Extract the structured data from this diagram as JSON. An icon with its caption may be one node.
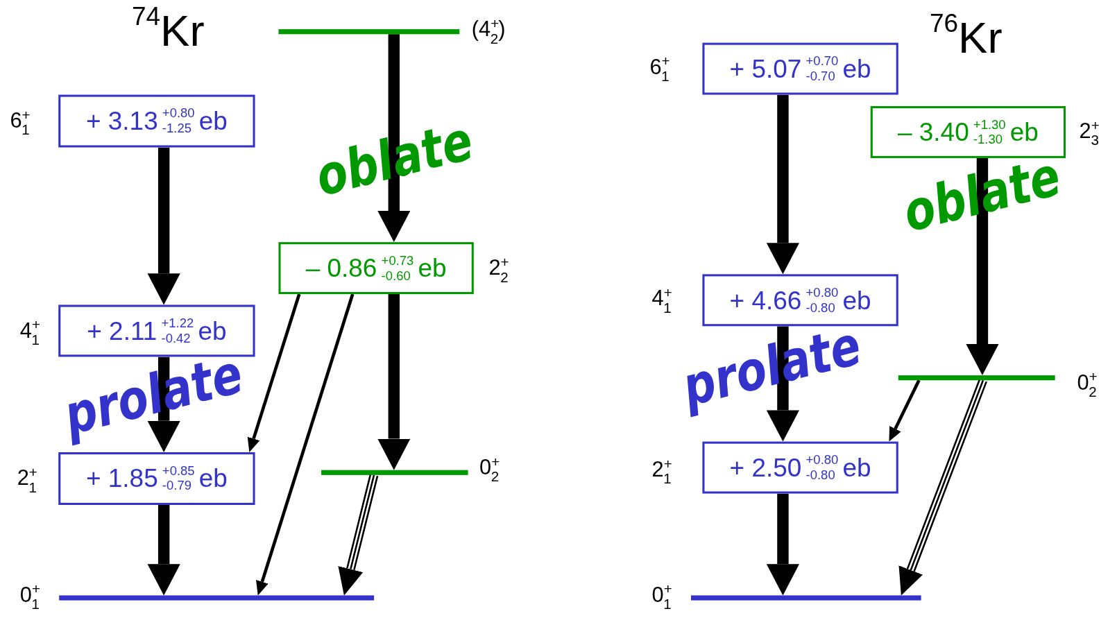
{
  "diagram": {
    "nodes": [
      {
        "text": [
          "+ 3.13",
          "+0.80",
          "-1.25",
          "eb"
        ],
        "beside": [
          "6$^{+}$$_{1}$"
        ]
      },
      {
        "text": [
          "+ 2.11",
          "+1.22",
          "-0.42",
          "eb"
        ],
        "beside": [
          "4$^{+}$$_{1}$"
        ]
      },
      {
        "text": [
          "+ 1.85",
          "+0.85",
          "-0.79",
          "eb"
        ],
        "beside": [
          "2$^{+}$$_{1}$"
        ]
      },
      {
        "text": [],
        "shape": "bar",
        "beside": [
          "0$^{+}$$_{1}$"
        ]
      },
      {
        "text": [],
        "shape": "bar",
        "beside": [
          "(4$^{+}$$_{2}$)"
        ]
      },
      {
        "text": [
          "– 0.86",
          "+0.73",
          "-0.60",
          "eb"
        ],
        "beside": [
          "2$^{+}$$_{2}$"
        ]
      },
      {
        "text": [],
        "shape": "bar",
        "beside": [
          "0$^{+}$$_{2}$"
        ]
      },
      {
        "text": [
          "+ 5.07",
          "+0.70",
          "-0.70",
          "eb"
        ],
        "beside": [
          "6$^{+}$$_{1}$"
        ]
      },
      {
        "text": [
          "– 3.40",
          "+1.30",
          "-1.30",
          "eb"
        ],
        "beside": [
          "2$^{+}$$_{3}$"
        ]
      },
      {
        "text": [
          "+ 4.66",
          "+0.80",
          "-0.80",
          "eb"
        ],
        "beside": [
          "4$^{+}$$_{1}$"
        ]
      },
      {
        "text": [],
        "shape": "bar",
        "beside": [
          "0$^{+}$$_{2}$"
        ]
      },
      {
        "text": [
          "+ 2.50",
          "+0.80",
          "-0.80",
          "eb"
        ],
        "beside": [
          "2$^{+}$$_{1}$"
        ]
      },
      {
        "text": [],
        "shape": "bar",
        "beside": [
          "0$^{+}$$_{1}$"
        ]
      }
    ],
    "edges": [
      {
        "from": 0,
        "to": 1,
        "arrow": "to"
      },
      {
        "from": 1,
        "to": 2,
        "arrow": "to"
      },
      {
        "from": 2,
        "to": 3,
        "arrow": "to"
      },
      {
        "from": 4,
        "to": 5,
        "arrow": "to"
      },
      {
        "from": 5,
        "to": 6,
        "arrow": "to"
      },
      {
        "from": 5,
        "to": 2,
        "arrow": "to"
      },
      {
        "from": 5,
        "to": 3,
        "arrow": "to"
      },
      {
        "from": 6,
        "to": 3,
        "arrow": "to"
      },
      {
        "from": 7,
        "to": 9,
        "arrow": "to"
      },
      {
        "from": 9,
        "to": 11,
        "arrow": "to"
      },
      {
        "from": 11,
        "to": 12,
        "arrow": "to"
      },
      {
        "from": 8,
        "to": 10,
        "arrow": "to"
      },
      {
        "from": 10,
        "to": 11,
        "arrow": "to"
      },
      {
        "from": 10,
        "to": 12,
        "arrow": "to"
      }
    ],
    "labels": [
      "$^{74}$Kr",
      "oblate",
      "prolate",
      "$^{76}$Kr",
      "oblate",
      "prolate"
    ]
  }
}
